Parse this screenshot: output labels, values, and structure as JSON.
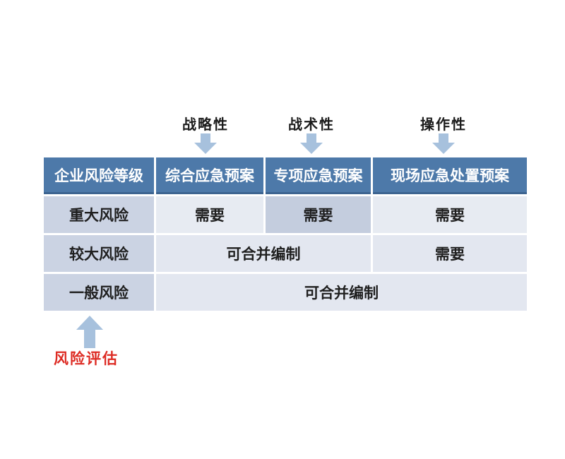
{
  "annotations": {
    "top_labels": [
      "战略性",
      "战术性",
      "操作性"
    ],
    "bottom_label": "风险评估"
  },
  "table": {
    "header": [
      "企业风险等级",
      "综合应急预案",
      "专项应急预案",
      "现场应急处置预案"
    ],
    "rows": [
      {
        "level": "重大风险",
        "cells": [
          "需要",
          "需要",
          "需要"
        ]
      },
      {
        "level": "较大风险",
        "cells": [
          "可合并编制",
          "需要"
        ]
      },
      {
        "level": "一般风险",
        "cells": [
          "可合并编制"
        ]
      }
    ]
  },
  "colors": {
    "header_bg": "#4d79a9",
    "header_border_bottom": "#3d6490",
    "header_text": "#ffffff",
    "level_cell_bg": "#cbd3e3",
    "light_cell_row1_bg": "#e7ebf2",
    "light_cell_rows23_bg": "#e3e7f0",
    "highlight_cell_bg": "#c4cdde",
    "arrow": "#a7c1dd",
    "bottom_label_color": "#dd2b23",
    "cell_text": "#1f1f1f"
  }
}
